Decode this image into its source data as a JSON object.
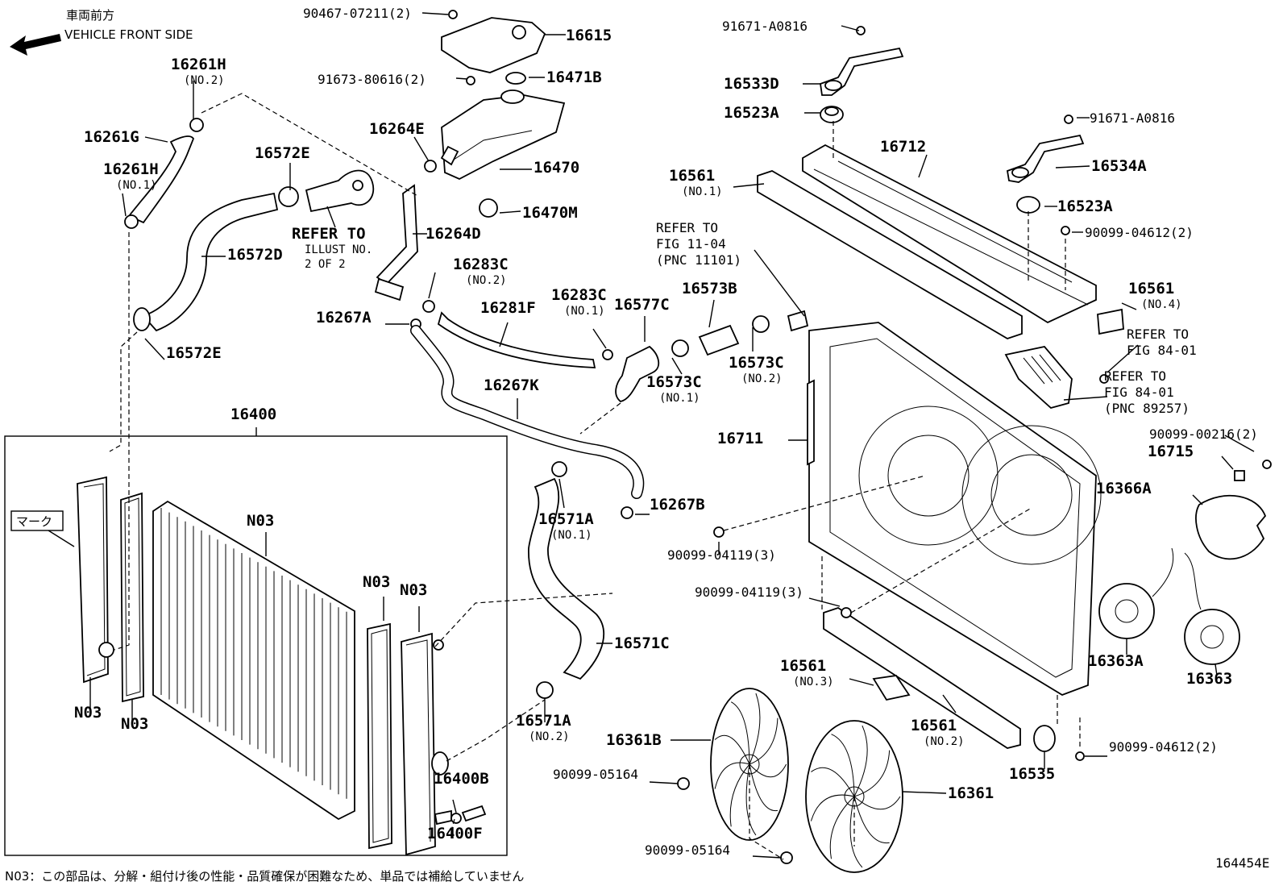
{
  "header": {
    "front_jp": "車両前方",
    "front_en": "VEHICLE FRONT SIDE"
  },
  "footer": {
    "note": "N03：この部品は、分解・組付け後の性能・品質確保が困難なため、単品では補給していません",
    "figure_id": "164454E"
  },
  "mark_label": "マーク",
  "labels": [
    {
      "id": "p90467",
      "text": "90467-07211(2)"
    },
    {
      "id": "p16615",
      "text": "16615"
    },
    {
      "id": "p91673",
      "text": "91673-80616(2)"
    },
    {
      "id": "p16471B",
      "text": "16471B"
    },
    {
      "id": "p16261H2",
      "text": "16261H",
      "sub": "(NO.2)"
    },
    {
      "id": "p16261G",
      "text": "16261G"
    },
    {
      "id": "p16264E",
      "text": "16264E"
    },
    {
      "id": "p16470",
      "text": "16470"
    },
    {
      "id": "p16572E1",
      "text": "16572E"
    },
    {
      "id": "p16261H1",
      "text": "16261H",
      "sub": "(NO.1)"
    },
    {
      "id": "p16470M",
      "text": "16470M"
    },
    {
      "id": "prefer2",
      "text": "REFER TO",
      "sub": "ILLUST NO.",
      "sub2": "2 OF 2"
    },
    {
      "id": "p16264D",
      "text": "16264D"
    },
    {
      "id": "p16572D",
      "text": "16572D"
    },
    {
      "id": "p16283C2",
      "text": "16283C",
      "sub": "(NO.2)"
    },
    {
      "id": "p16267A",
      "text": "16267A"
    },
    {
      "id": "p16281F",
      "text": "16281F"
    },
    {
      "id": "p16283C1",
      "text": "16283C",
      "sub": "(NO.1)"
    },
    {
      "id": "p16577C",
      "text": "16577C"
    },
    {
      "id": "p16573B",
      "text": "16573B"
    },
    {
      "id": "p16572E2",
      "text": "16572E"
    },
    {
      "id": "p16573C1",
      "text": "16573C",
      "sub": "(NO.1)"
    },
    {
      "id": "p16573C2",
      "text": "16573C",
      "sub": "(NO.2)"
    },
    {
      "id": "p16267K",
      "text": "16267K"
    },
    {
      "id": "p16400",
      "text": "16400"
    },
    {
      "id": "p16571A1",
      "text": "16571A",
      "sub": "(NO.1)"
    },
    {
      "id": "p16267B",
      "text": "16267B"
    },
    {
      "id": "pN03a",
      "text": "N03"
    },
    {
      "id": "pN03b",
      "text": "N03"
    },
    {
      "id": "pN03c",
      "text": "N03"
    },
    {
      "id": "pN03d",
      "text": "N03"
    },
    {
      "id": "pN03e",
      "text": "N03"
    },
    {
      "id": "p16571C",
      "text": "16571C"
    },
    {
      "id": "p16571A2",
      "text": "16571A",
      "sub": "(NO.2)"
    },
    {
      "id": "p16400B",
      "text": "16400B"
    },
    {
      "id": "p16400F",
      "text": "16400F"
    },
    {
      "id": "p91671a",
      "text": "91671-A0816"
    },
    {
      "id": "p16533D",
      "text": "16533D"
    },
    {
      "id": "p16523A1",
      "text": "16523A"
    },
    {
      "id": "p16712",
      "text": "16712"
    },
    {
      "id": "p91671b",
      "text": "91671-A0816"
    },
    {
      "id": "p16561_1",
      "text": "16561",
      "sub": "(NO.1)"
    },
    {
      "id": "p16534A",
      "text": "16534A"
    },
    {
      "id": "p16523A2",
      "text": "16523A"
    },
    {
      "id": "pref1104",
      "text": "REFER TO",
      "sub": "FIG 11-04",
      "sub2": "(PNC 11101)"
    },
    {
      "id": "p90099_04612a",
      "text": "90099-04612(2)"
    },
    {
      "id": "p16561_4",
      "text": "16561",
      "sub": "(NO.4)"
    },
    {
      "id": "pref8401a",
      "text": "REFER TO",
      "sub": "FIG 84-01"
    },
    {
      "id": "pref8401b",
      "text": "REFER TO",
      "sub": "FIG 84-01",
      "sub2": "(PNC 89257)"
    },
    {
      "id": "p16711",
      "text": "16711"
    },
    {
      "id": "p90099_00216",
      "text": "90099-00216(2)"
    },
    {
      "id": "p16715",
      "text": "16715"
    },
    {
      "id": "p16366A",
      "text": "16366A"
    },
    {
      "id": "p90099_04119a",
      "text": "90099-04119(3)"
    },
    {
      "id": "p90099_04119b",
      "text": "90099-04119(3)"
    },
    {
      "id": "p16363A",
      "text": "16363A"
    },
    {
      "id": "p16363",
      "text": "16363"
    },
    {
      "id": "p16561_3",
      "text": "16561",
      "sub": "(NO.3)"
    },
    {
      "id": "p16361B",
      "text": "16361B"
    },
    {
      "id": "p16561_2",
      "text": "16561",
      "sub": "(NO.2)"
    },
    {
      "id": "p90099_05164a",
      "text": "90099-05164"
    },
    {
      "id": "p16361",
      "text": "16361"
    },
    {
      "id": "p16535",
      "text": "16535"
    },
    {
      "id": "p90099_04612b",
      "text": "90099-04612(2)"
    },
    {
      "id": "p90099_05164b",
      "text": "90099-05164"
    }
  ]
}
